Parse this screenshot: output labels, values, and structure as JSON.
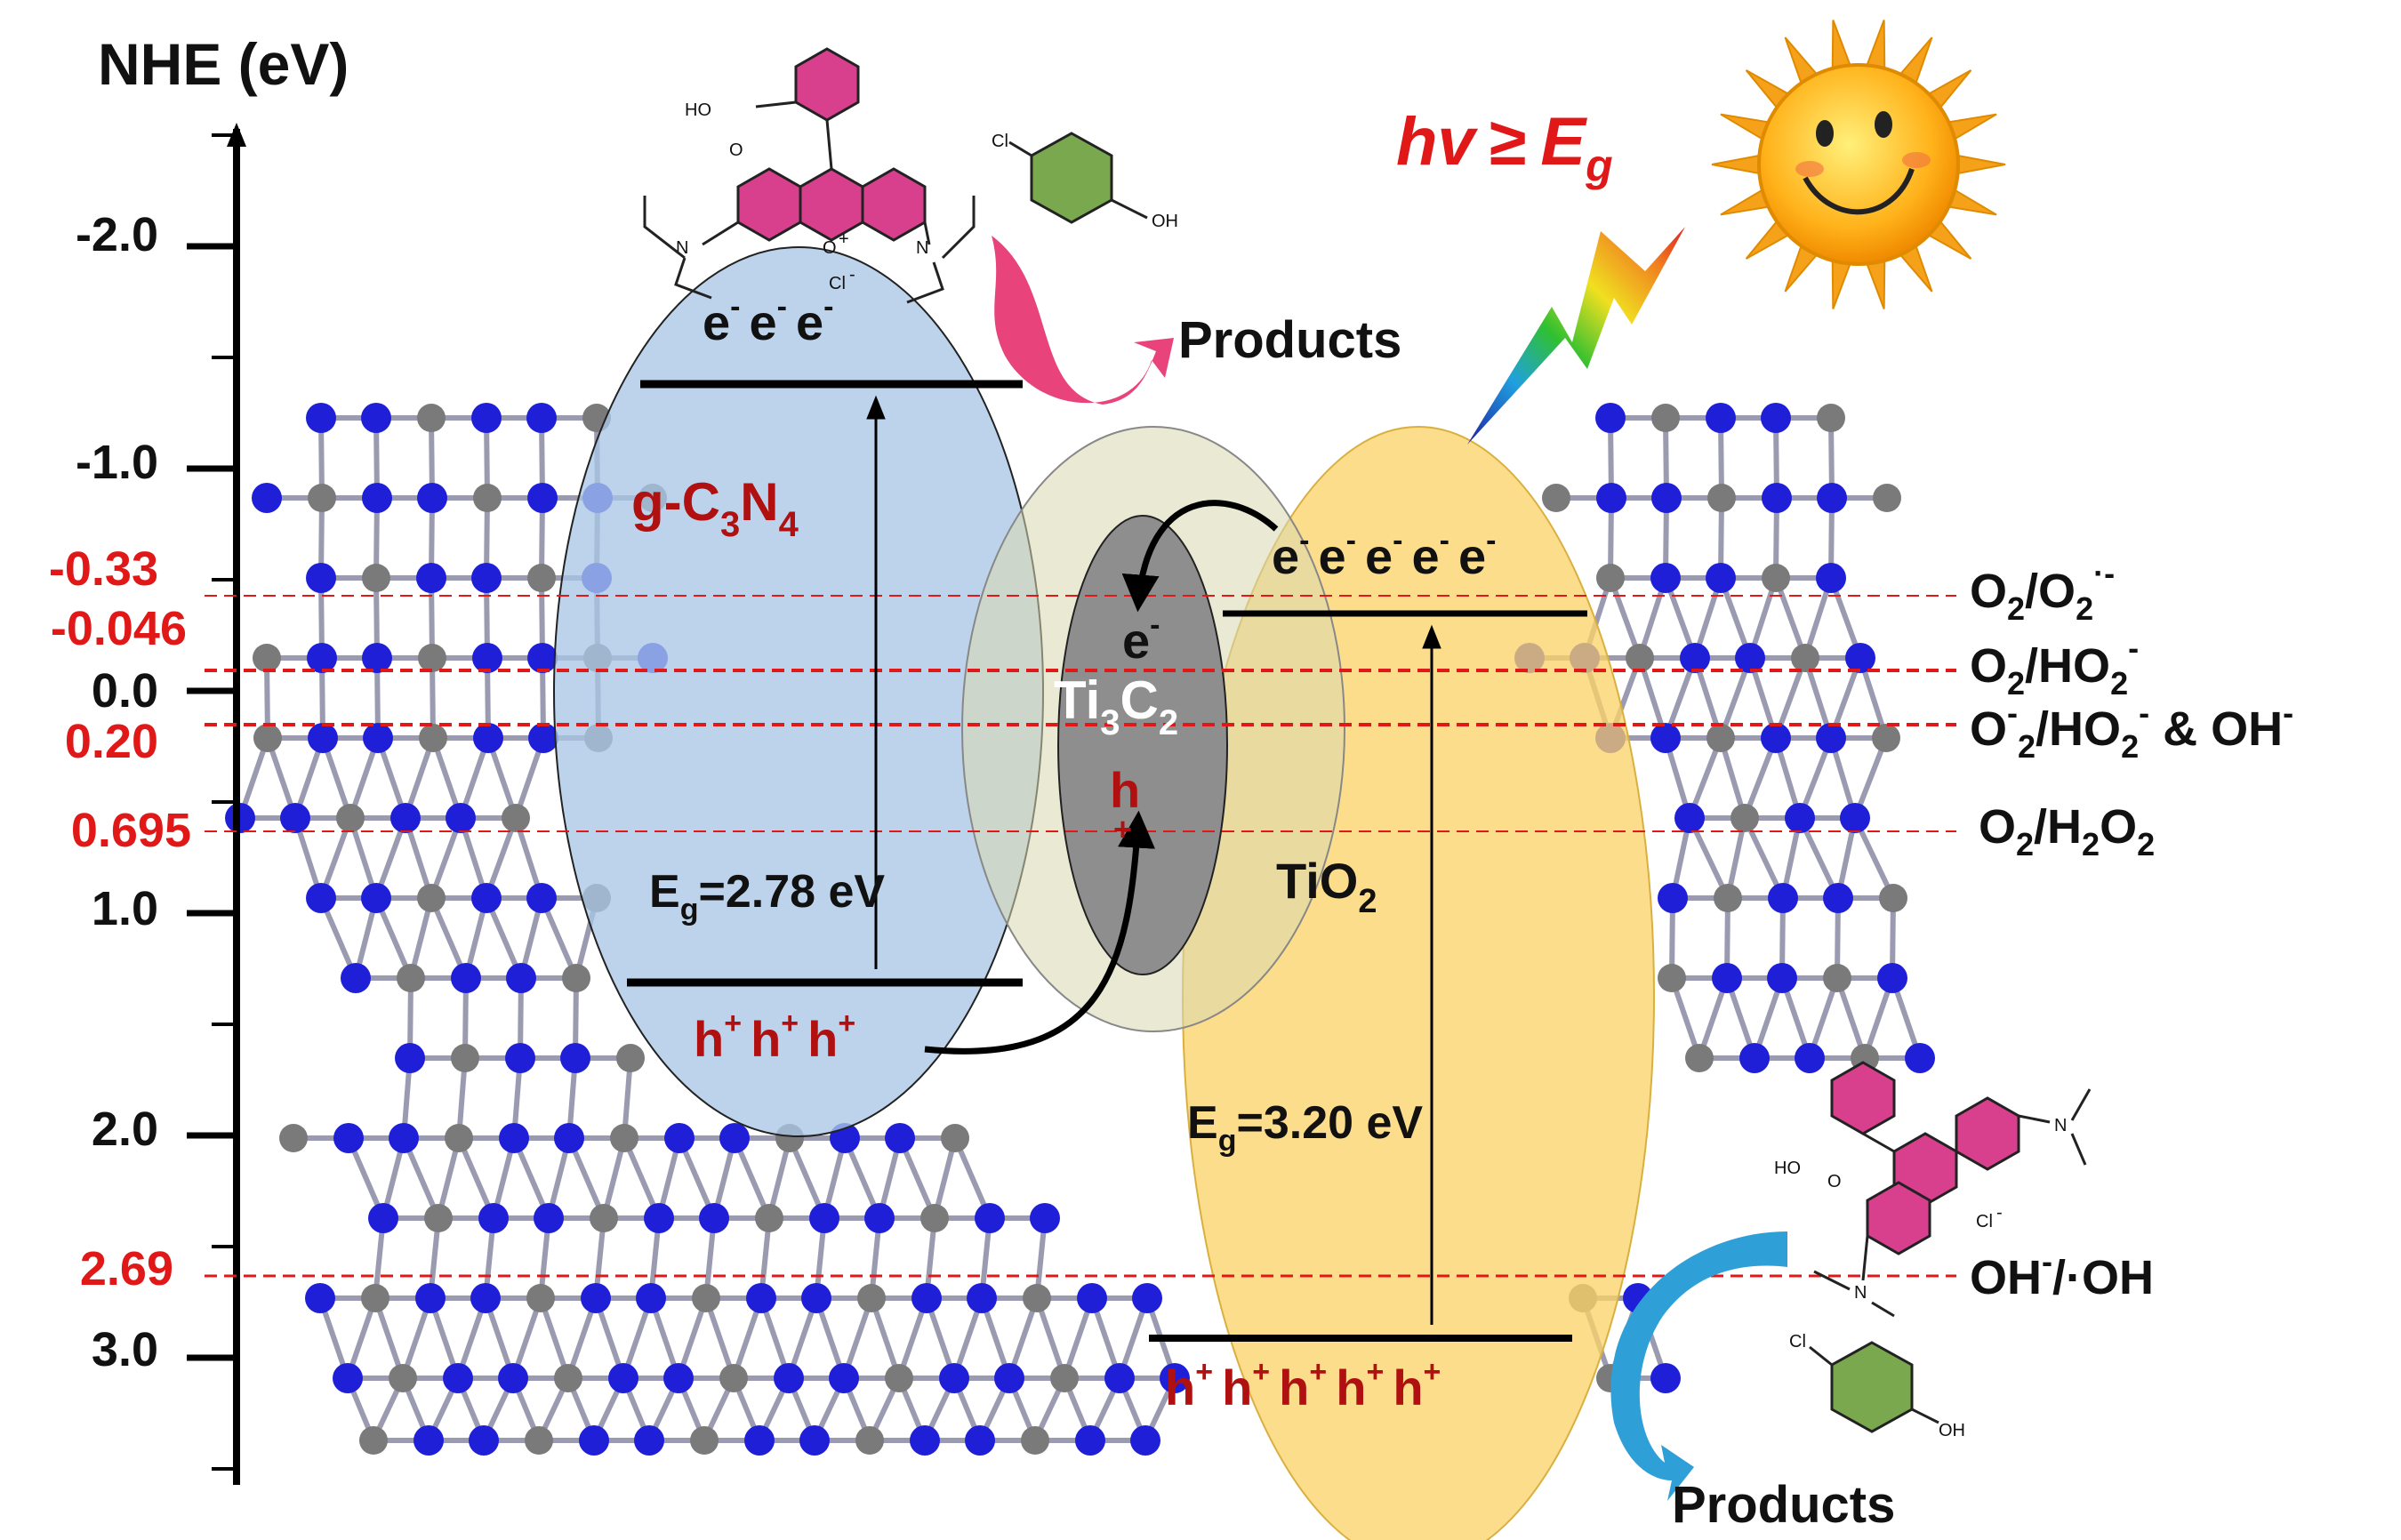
{
  "axis": {
    "title": "NHE (eV)",
    "ticks": [
      "-2.0",
      "-1.0",
      "0.0",
      "1.0",
      "2.0",
      "3.0"
    ],
    "potentials": [
      "-0.33",
      "-0.046",
      "0.20",
      "0.695",
      "2.69"
    ]
  },
  "redox": {
    "o2_superoxide": {
      "a": "O",
      "s1": "2",
      "b": "/O",
      "s2": "2",
      "sup": "·-"
    },
    "o2_ho2": {
      "a": "O",
      "s1": "2",
      "b": "/HO",
      "s2": "2",
      "sup": "-"
    },
    "o2m_ho2_oh": {
      "a": "O",
      "s1": "2",
      "sup1": "-",
      "b": "/HO",
      "s2": "2",
      "sup2": "-",
      "c": " & OH",
      "sup3": "-"
    },
    "o2_h2o2": {
      "a": "O",
      "s1": "2",
      "b": "/H",
      "s2": "2",
      "c": "O",
      "s3": "2"
    },
    "oh_radical": {
      "a": "OH",
      "sup": "-",
      "b": "/·OH"
    }
  },
  "gcn": {
    "name_a": "g-C",
    "sub1": "3",
    "name_b": "N",
    "sub2": "4",
    "eg_a": "E",
    "eg_sub": "g",
    "eg_b": "=2.78 eV",
    "electrons": [
      "e",
      "e",
      "e"
    ],
    "holes": [
      "h",
      "h",
      "h"
    ],
    "sup_e": "-",
    "sup_h": "+"
  },
  "ti3c2": {
    "name_a": "Ti",
    "sub1": "3",
    "name_b": "C",
    "sub2": "2",
    "electron": "e",
    "sup_e": "-",
    "hole": "h",
    "sup_h": "+"
  },
  "tio2": {
    "name_a": "TiO",
    "sub1": "2",
    "eg_a": "E",
    "eg_sub": "g",
    "eg_b": "=3.20 eV",
    "electrons": [
      "e",
      "e",
      "e",
      "e",
      "e"
    ],
    "holes": [
      "h",
      "h",
      "h",
      "h",
      "h"
    ],
    "sup_e": "-",
    "sup_h": "+"
  },
  "light": {
    "hv": "hv",
    "ge": "≥",
    "E": "E",
    "sub": "g"
  },
  "products": [
    "Products",
    "Products"
  ],
  "molecules": {
    "cooh": "HO",
    "o": "O",
    "n": "N",
    "oplus": "O",
    "plus": "+",
    "cl": "Cl",
    "clminus": "Cl",
    "minus": "-",
    "oh": "OH",
    "ho": "HO"
  },
  "colors": {
    "red": "#e01818",
    "dark_red": "#b01010",
    "gcn_fill": "#a9c7e6",
    "tio2_fill": "#fbd36a",
    "ti3c2_fill": "#8e8e8e",
    "nitrogen": "#1f1fd8",
    "carbon": "#7a7a7a",
    "magenta": "#d8408e",
    "green": "#7aa84e"
  }
}
